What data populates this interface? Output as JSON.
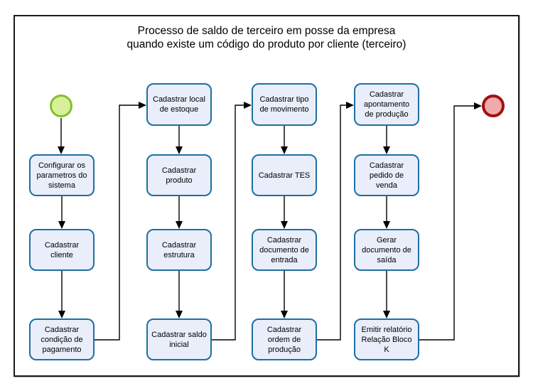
{
  "title": {
    "line1": "Processo de saldo de terceiro em posse da empresa",
    "line2": "quando existe um código do produto por cliente (terceiro)"
  },
  "nodes": {
    "boxes": [
      {
        "id": "configurar-parametros-sistema",
        "lines": [
          "Configurar os",
          "parametros do",
          "sistema"
        ]
      },
      {
        "id": "cadastrar-cliente",
        "lines": [
          "Cadastrar",
          "cliente"
        ]
      },
      {
        "id": "cadastrar-condicao-pagamento",
        "lines": [
          "Cadastrar",
          "condição de",
          "pagamento"
        ]
      },
      {
        "id": "cadastrar-local-estoque",
        "lines": [
          "Cadastrar local",
          "de estoque"
        ]
      },
      {
        "id": "cadastrar-produto",
        "lines": [
          "Cadastrar",
          "produto"
        ]
      },
      {
        "id": "cadastrar-estrutura",
        "lines": [
          "Cadastrar",
          "estrutura"
        ]
      },
      {
        "id": "cadastrar-saldo-inicial",
        "lines": [
          "Cadastrar saldo",
          "inicial"
        ]
      },
      {
        "id": "cadastrar-tipo-movimento",
        "lines": [
          "Cadastrar tipo",
          "de movimento"
        ]
      },
      {
        "id": "cadastrar-tes",
        "lines": [
          "Cadastrar TES"
        ]
      },
      {
        "id": "cadastrar-documento-entrada",
        "lines": [
          "Cadastrar",
          "documento de",
          "entrada"
        ]
      },
      {
        "id": "cadastrar-ordem-producao",
        "lines": [
          "Cadastrar",
          "ordem de",
          "produção"
        ]
      },
      {
        "id": "cadastrar-apontamento-producao",
        "lines": [
          "Cadastrar",
          "apontamento",
          "de produção"
        ]
      },
      {
        "id": "cadastrar-pedido-venda",
        "lines": [
          "Cadastrar",
          "pedido de",
          "venda"
        ]
      },
      {
        "id": "gerar-documento-saida",
        "lines": [
          "Gerar",
          "documento de",
          "saída"
        ]
      },
      {
        "id": "emitir-relatorio-bloco-k",
        "lines": [
          "Emitir relatório",
          "Relação Bloco",
          "K"
        ]
      }
    ]
  },
  "colors": {
    "box_fill": "#e9eefa",
    "box_border": "#1d6fa3",
    "start_fill": "#d8f09a",
    "start_border": "#84be2e",
    "end_fill": "#efabab",
    "end_border": "#a21013",
    "connector": "#000000",
    "text": "#000000",
    "frame_border": "#1a1a1a",
    "background": "#ffffff"
  }
}
